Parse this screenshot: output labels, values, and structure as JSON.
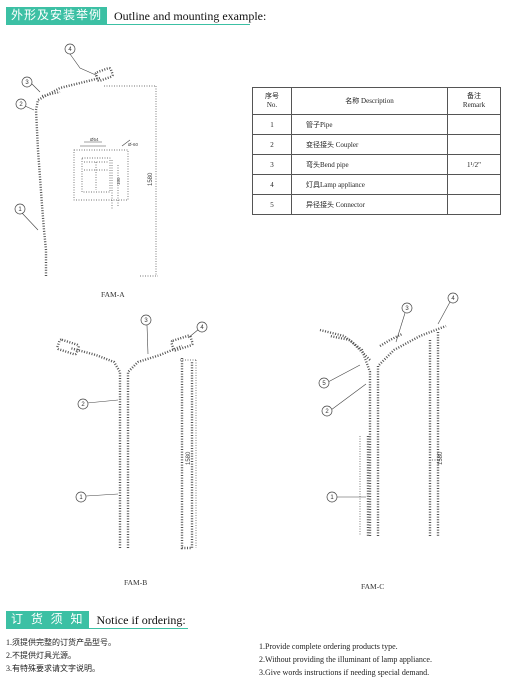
{
  "section1": {
    "tag": "外形及安装举例",
    "title": "Outline and mounting example:"
  },
  "parts_table": {
    "header": {
      "no_cn": "序号",
      "no_en": "No.",
      "desc": "名称 Description",
      "remark_cn": "备注",
      "remark_en": "Remark"
    },
    "rows": [
      {
        "no": "1",
        "desc": "管子Pipe",
        "remark": ""
      },
      {
        "no": "2",
        "desc": "变径接头 Coupler",
        "remark": ""
      },
      {
        "no": "3",
        "desc": "弯头Bend pipe",
        "remark": "1¹/2\""
      },
      {
        "no": "4",
        "desc": "灯具Lamp appliance",
        "remark": ""
      },
      {
        "no": "5",
        "desc": "异径接头 Connector",
        "remark": ""
      }
    ]
  },
  "figures": {
    "a": "FAM-A",
    "b": "FAM-B",
    "c": "FAM-C"
  },
  "section2": {
    "tag": "订 货 须 知",
    "title": "Notice if ordering:"
  },
  "notice_cn": [
    "1.须提供完整的订货产品型号。",
    "2.不提供灯具光源。",
    "3.有特殊要求请文字说明。"
  ],
  "notice_en": [
    "1.Provide complete ordering products type.",
    "2.Without providing the illuminant of lamp appliance.",
    "3.Give words instructions if needing special demand."
  ],
  "colors": {
    "accent": "#3cc0a4"
  }
}
